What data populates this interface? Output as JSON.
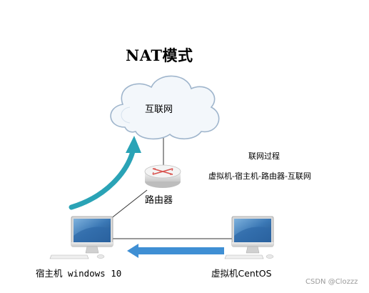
{
  "title": "NAT模式",
  "nodes": {
    "internet": "互联网",
    "router": "路由器",
    "host": "宿主机 windows 10",
    "vm": "虚拟机CentOS"
  },
  "notes": {
    "process_title": "联网过程",
    "process_path": "虚拟机-宿主机-路由器-互联网"
  },
  "watermark": "CSDN @Clozzz",
  "colors": {
    "teal_arrow": "#2aa3b6",
    "blue_arrow": "#3f8fd4",
    "line": "#333333",
    "cloud_fill": "#f3f7fb",
    "cloud_stroke": "#9fb5cc"
  },
  "icons": {
    "cloud": "cloud-icon",
    "router": "router-icon",
    "monitor": "imac-monitor-icon",
    "keyboard": "keyboard-icon"
  }
}
